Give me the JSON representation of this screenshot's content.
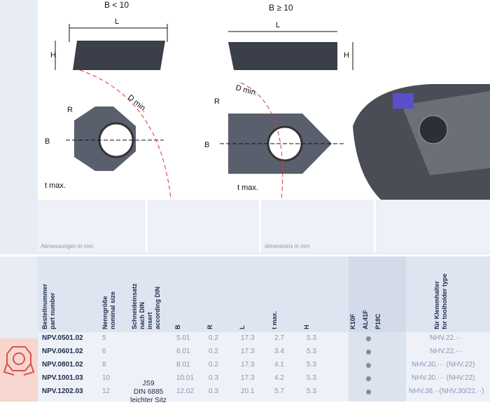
{
  "drawing": {
    "left_caption": "B < 10",
    "right_caption": "B ≥ 10",
    "dim_L": "L",
    "dim_H": "H",
    "dim_B": "B",
    "dim_R": "R",
    "dim_D": "D min.",
    "dim_t": "t max."
  },
  "notes": {
    "de": "Abmessungen in mm",
    "en": "dimensions in mm"
  },
  "headers": {
    "part_number": [
      "Bestellnummer",
      "part number"
    ],
    "nominal_size": [
      "Nenngröße",
      "nominal size"
    ],
    "insert": [
      "Schneideinsatz",
      "nach DIN",
      "insert",
      "according DIN"
    ],
    "b": "B",
    "r": "R",
    "l": "L",
    "t": "t max.",
    "h": "H",
    "grade1": "K10F",
    "grade2": "AL41F",
    "grade3": "P18C",
    "holder": [
      "für Klemmhalter",
      "for toolholder type"
    ]
  },
  "insert_spec": [
    "JS9",
    "DIN 6885",
    "leichter Sitz"
  ],
  "rows": [
    {
      "pn": "NPV.0501.02",
      "size": "5",
      "b": "5.01",
      "r": "0.2",
      "l": "17.3",
      "t": "2.7",
      "h": "5.3",
      "holder": "NHV.22.···"
    },
    {
      "pn": "NPV.0601.02",
      "size": "6",
      "b": "6.01",
      "r": "0.2",
      "l": "17.3",
      "t": "3.4",
      "h": "5.3",
      "holder": "NHV.22.···"
    },
    {
      "pn": "NPV.0801.02",
      "size": "8",
      "b": "8.01",
      "r": "0.2",
      "l": "17.3",
      "t": "4.1",
      "h": "5.3",
      "holder": "NHV.30.··· (NHV.22)"
    },
    {
      "pn": "NPV.1001.03",
      "size": "10",
      "b": "10.01",
      "r": "0.3",
      "l": "17.3",
      "t": "4.2",
      "h": "5.3",
      "holder": "NHV.30.··· (NHV.22)"
    },
    {
      "pn": "NPV.1202.03",
      "size": "12",
      "b": "12.02",
      "r": "0.3",
      "l": "20.1",
      "t": "5.7",
      "h": "5.3",
      "holder": "NHV.38.··(NHV.30/22.··)"
    }
  ]
}
